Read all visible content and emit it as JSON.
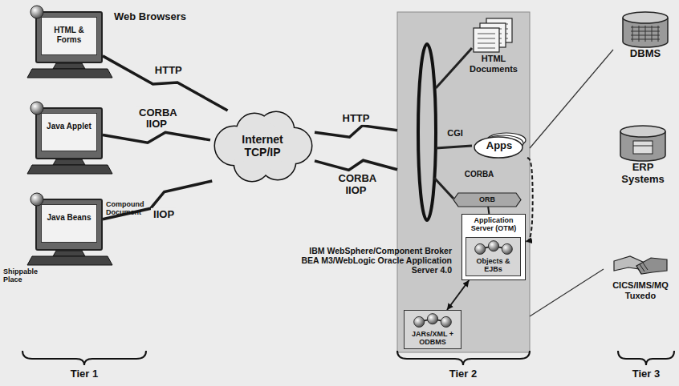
{
  "diagram": {
    "nodes": [
      {
        "text": [
          "HTML & Forms"
        ]
      },
      {
        "text": [
          "Java Applet"
        ]
      },
      {
        "text": [
          "Java Beans"
        ]
      },
      {
        "text": [
          "Internet TCP/IP"
        ]
      },
      {
        "text": [
          "IBM WebSphere/Component Broker BEA M3/WebLogic Oracle Application Server 4.0"
        ]
      },
      {
        "text": [
          "HTML Documents"
        ],
        "in": 4
      },
      {
        "text": [
          "Apps"
        ],
        "in": 4
      },
      {
        "text": [
          "ORB"
        ],
        "in": 4
      },
      {
        "text": [
          "Application Server (OTM)"
        ],
        "in": 4
      },
      {
        "text": [
          "Objects & EJBs"
        ],
        "in": 8
      },
      {
        "text": [
          "JARs/XML + ODBMS"
        ],
        "in": 4
      },
      {
        "text": [
          "DBMS"
        ]
      },
      {
        "text": [
          "ERP Systems"
        ]
      },
      {
        "text": [
          "CICS/IMS/MQ Tuxedo"
        ]
      }
    ],
    "edges": [
      {
        "from": 0,
        "to": 3,
        "label": "HTTP",
        "arrow": "none"
      },
      {
        "from": 1,
        "to": 3,
        "label": "CORBA IIOP",
        "arrow": "none"
      },
      {
        "from": 2,
        "to": 3,
        "label": "IIOP",
        "arrow": "none"
      },
      {
        "from": 3,
        "to": 4,
        "label": "HTTP",
        "arrow": "none"
      },
      {
        "from": 3,
        "to": 4,
        "label": "CORBA IIOP",
        "arrow": "none"
      },
      {
        "from": 6,
        "to": 8,
        "arrow": "to"
      },
      {
        "from": 7,
        "to": 8,
        "arrow": "none"
      },
      {
        "from": 8,
        "to": 10,
        "arrow": "both"
      }
    ],
    "labels": [
      "Web Browsers",
      "Compound Document",
      "Shippable Place",
      "CGI",
      "CORBA",
      "Tier 1",
      "Tier 2",
      "Tier 3"
    ]
  }
}
